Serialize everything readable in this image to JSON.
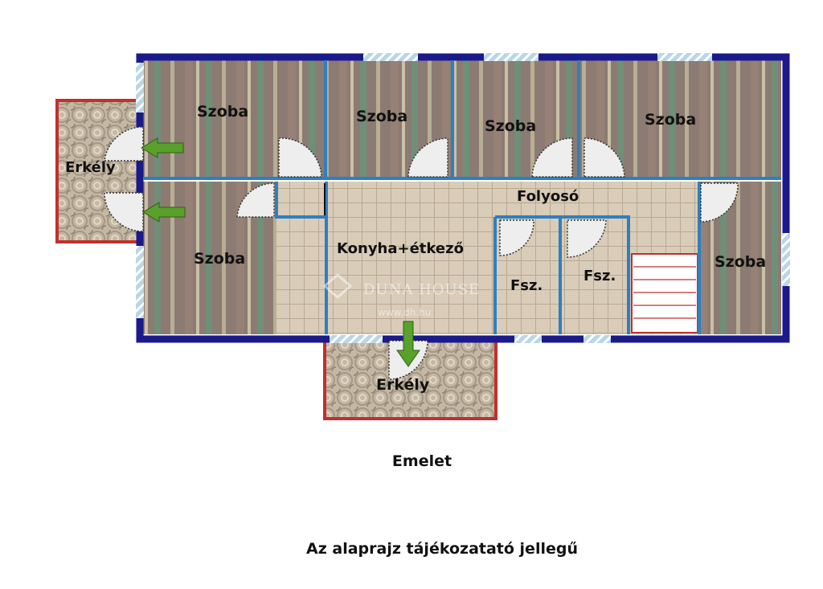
{
  "plan": {
    "rooms": {
      "szoba_1": "Szoba",
      "szoba_2": "Szoba",
      "szoba_3": "Szoba",
      "szoba_4": "Szoba",
      "szoba_5": "Szoba",
      "szoba_6": "Szoba",
      "folyoso": "Folyosó",
      "konyha": "Konyha+étkező",
      "fsz_1": "Fsz.",
      "fsz_2": "Fsz.",
      "erkely_left": "Erkély",
      "erkely_bottom": "Erkély"
    },
    "watermark": {
      "brand": "DUNA HOUSE",
      "url": "www.dh.hu"
    },
    "colors": {
      "outer_wall": "#1a1a8c",
      "inner_wall": "#2f7fc0",
      "balcony_border": "#c0302e",
      "room_floor": "#8b7a70",
      "corridor_tile": "#d8cbb7",
      "arrow": "#5aa02c"
    }
  },
  "captions": {
    "floor_label": "Emelet",
    "disclaimer": "Az alaprajz tájékozatató jellegű"
  }
}
